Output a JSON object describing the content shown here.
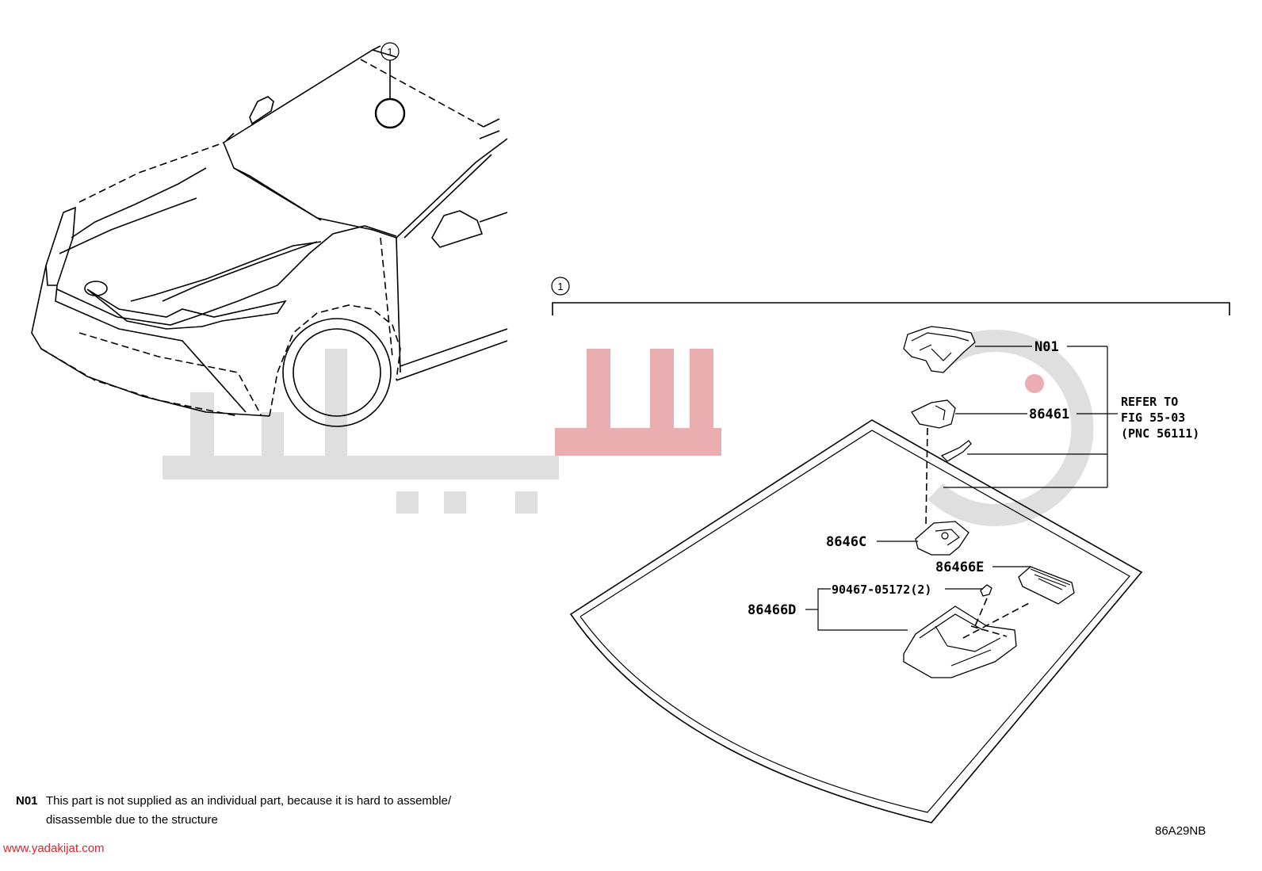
{
  "callouts": {
    "ref_circle": "1",
    "box_circle": "1"
  },
  "parts": {
    "n01": "N01",
    "p86461": "86461",
    "p8646c": "8646C",
    "p86466e": "86466E",
    "p86466d": "86466D",
    "bolt": "90467-05172(2)"
  },
  "refer": {
    "line1": "REFER TO",
    "line2": "FIG 55-03",
    "line3": "(PNC 56111)"
  },
  "note": {
    "code": "N01",
    "line1": "This part is not supplied as an individual part, because it is hard to assemble/",
    "line2": "disassemble due to the structure"
  },
  "diagram_code": "86A29NB",
  "site_url": "www.yadakijat.com",
  "colors": {
    "watermark_red": "#e8a5a8",
    "watermark_gray": "#dcdcdc",
    "url_red": "#d8262e"
  }
}
